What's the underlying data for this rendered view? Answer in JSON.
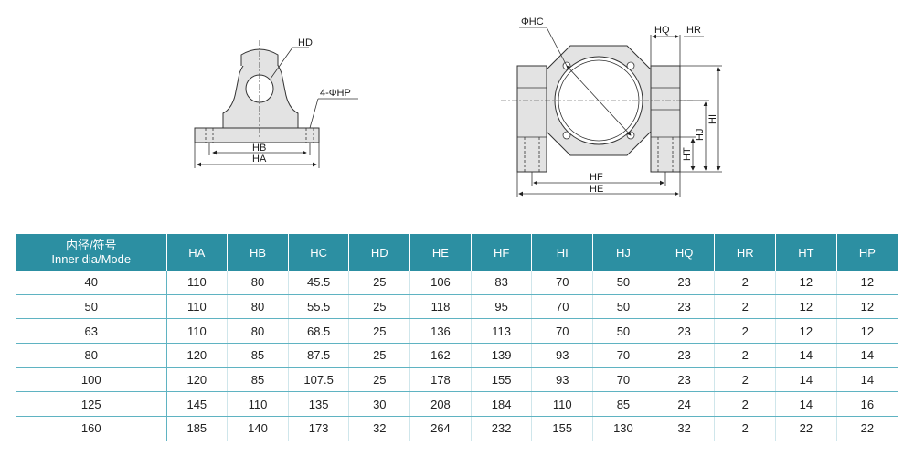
{
  "drawing_labels": {
    "hd": "HD",
    "hp": "4-ΦHP",
    "hb": "HB",
    "ha": "HA",
    "hc": "ΦHC",
    "hq": "HQ",
    "hr": "HR",
    "hf": "HF",
    "he": "HE",
    "hi": "HI",
    "hj": "HJ",
    "ht": "HT"
  },
  "table": {
    "header_first_line1": "内径/符号",
    "header_first_line2": "Inner dia/Mode",
    "headers": [
      "HA",
      "HB",
      "HC",
      "HD",
      "HE",
      "HF",
      "HI",
      "HJ",
      "HQ",
      "HR",
      "HT",
      "HP"
    ],
    "rows": [
      [
        "40",
        "110",
        "80",
        "45.5",
        "25",
        "106",
        "83",
        "70",
        "50",
        "23",
        "2",
        "12",
        "12"
      ],
      [
        "50",
        "110",
        "80",
        "55.5",
        "25",
        "118",
        "95",
        "70",
        "50",
        "23",
        "2",
        "12",
        "12"
      ],
      [
        "63",
        "110",
        "80",
        "68.5",
        "25",
        "136",
        "113",
        "70",
        "50",
        "23",
        "2",
        "12",
        "12"
      ],
      [
        "80",
        "120",
        "85",
        "87.5",
        "25",
        "162",
        "139",
        "93",
        "70",
        "23",
        "2",
        "14",
        "14"
      ],
      [
        "100",
        "120",
        "85",
        "107.5",
        "25",
        "178",
        "155",
        "93",
        "70",
        "23",
        "2",
        "14",
        "14"
      ],
      [
        "125",
        "145",
        "110",
        "135",
        "30",
        "208",
        "184",
        "110",
        "85",
        "24",
        "2",
        "14",
        "16"
      ],
      [
        "160",
        "185",
        "140",
        "173",
        "32",
        "264",
        "232",
        "155",
        "130",
        "32",
        "2",
        "22",
        "22"
      ]
    ]
  },
  "colors": {
    "header_bg": "#2c8fa2",
    "header_text": "#ffffff",
    "row_line": "#5fb3c2",
    "part_fill": "#e3e3e3"
  }
}
